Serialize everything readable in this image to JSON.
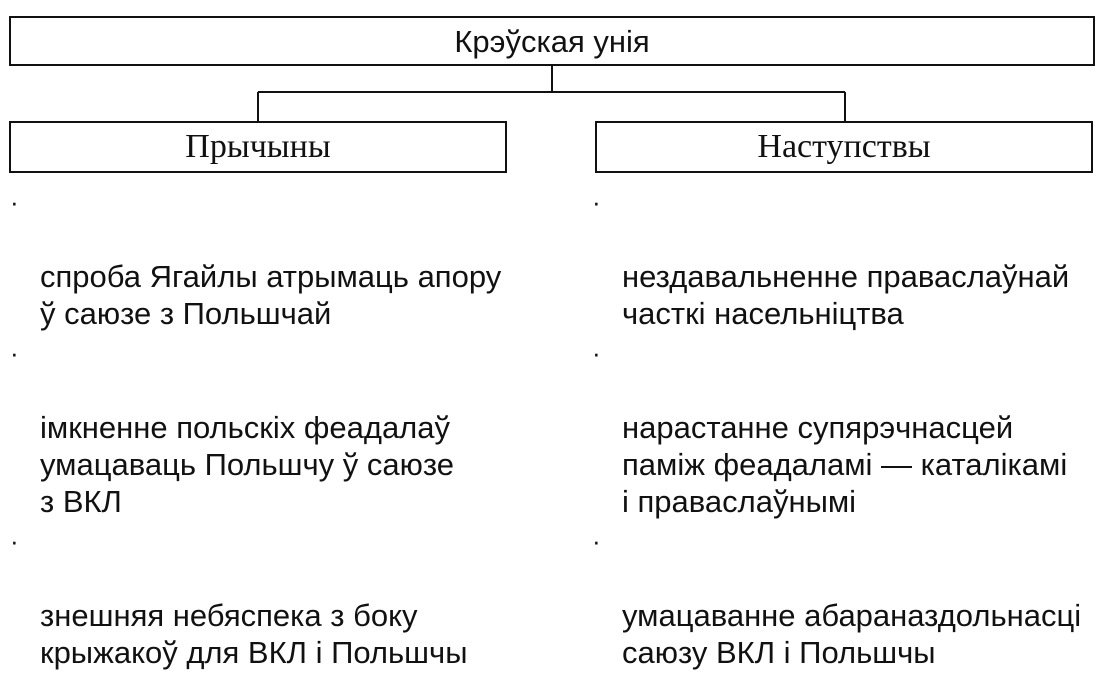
{
  "title": "Крэўская унія",
  "left_heading": "Прычыны",
  "right_heading": "Наступствы",
  "bullet_glyph": "·",
  "left_items": [
    {
      "text": "спроба Ягайлы атрымаць апору\nў саюзе з Польшчай"
    },
    {
      "text": "імкненне польскіх феадалаў\nумацаваць Польшчу ў саюзе\nз ВКЛ"
    },
    {
      "text": "знешняя небяспека з боку\nкрыжакоў для ВКЛ і Польшчы"
    }
  ],
  "right_items": [
    {
      "text": "нездавальненне праваслаўнай\nчасткі насельніцтва"
    },
    {
      "text": "нарастанне супярэчнасцей\nпаміж феадаламі — каталікамі\nі праваслаўнымі"
    },
    {
      "text": "умацаванне абараназдольнасці\nсаюзу ВКЛ і Польшчы"
    }
  ]
}
